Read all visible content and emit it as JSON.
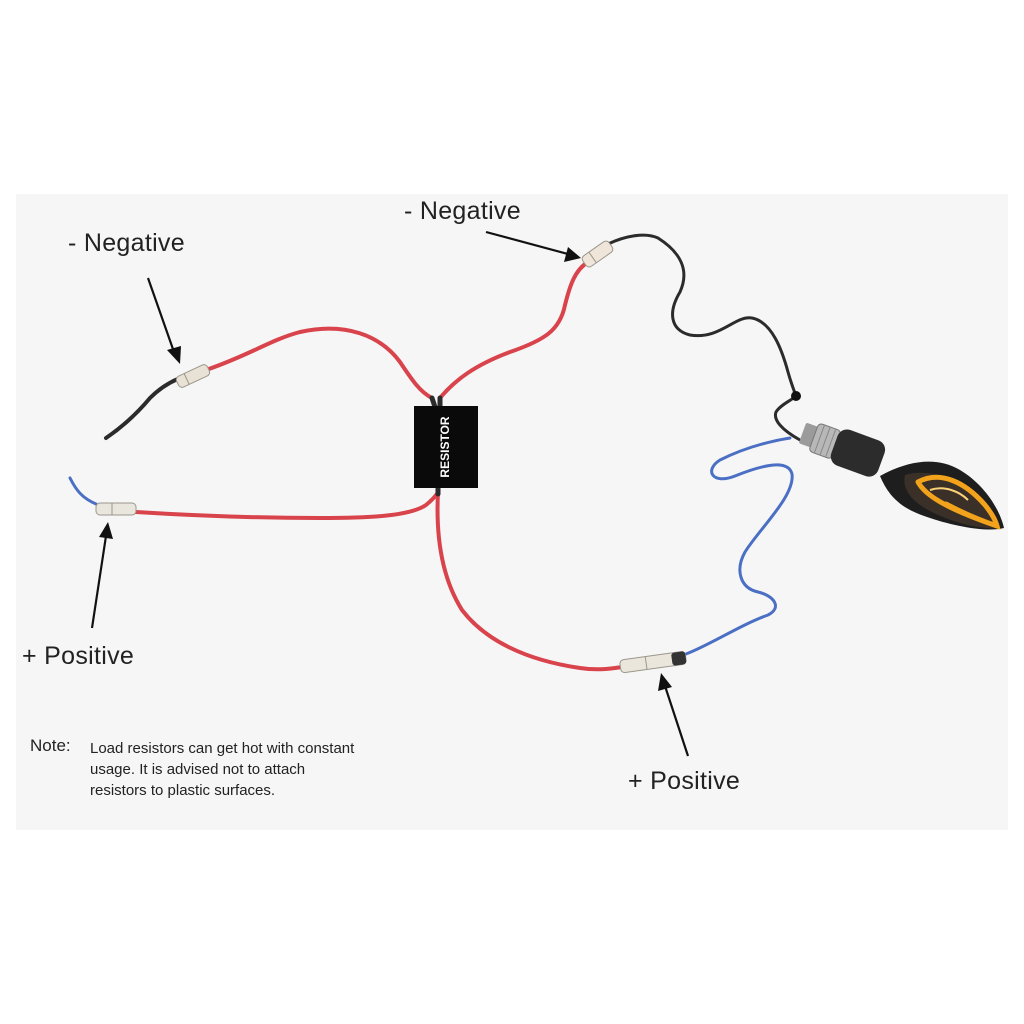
{
  "labels": {
    "negative_left": "- Negative",
    "negative_right": "- Negative",
    "positive_left": "+ Positive",
    "positive_right": "+ Positive"
  },
  "resistor_label": "RESISTOR",
  "note": {
    "title": "Note:",
    "text": "Load resistors can get hot with constant usage. It is advised not to attach resistors to plastic surfaces."
  },
  "colors": {
    "background": "#ffffff",
    "panel": "#f6f6f6",
    "red_wire": "#d9434c",
    "black_wire": "#2b2b2b",
    "blue_wire": "#4a6fc4",
    "resistor": "#0a0a0a",
    "led_amber": "#f2a31b",
    "light_body": "#2c2c2c"
  }
}
